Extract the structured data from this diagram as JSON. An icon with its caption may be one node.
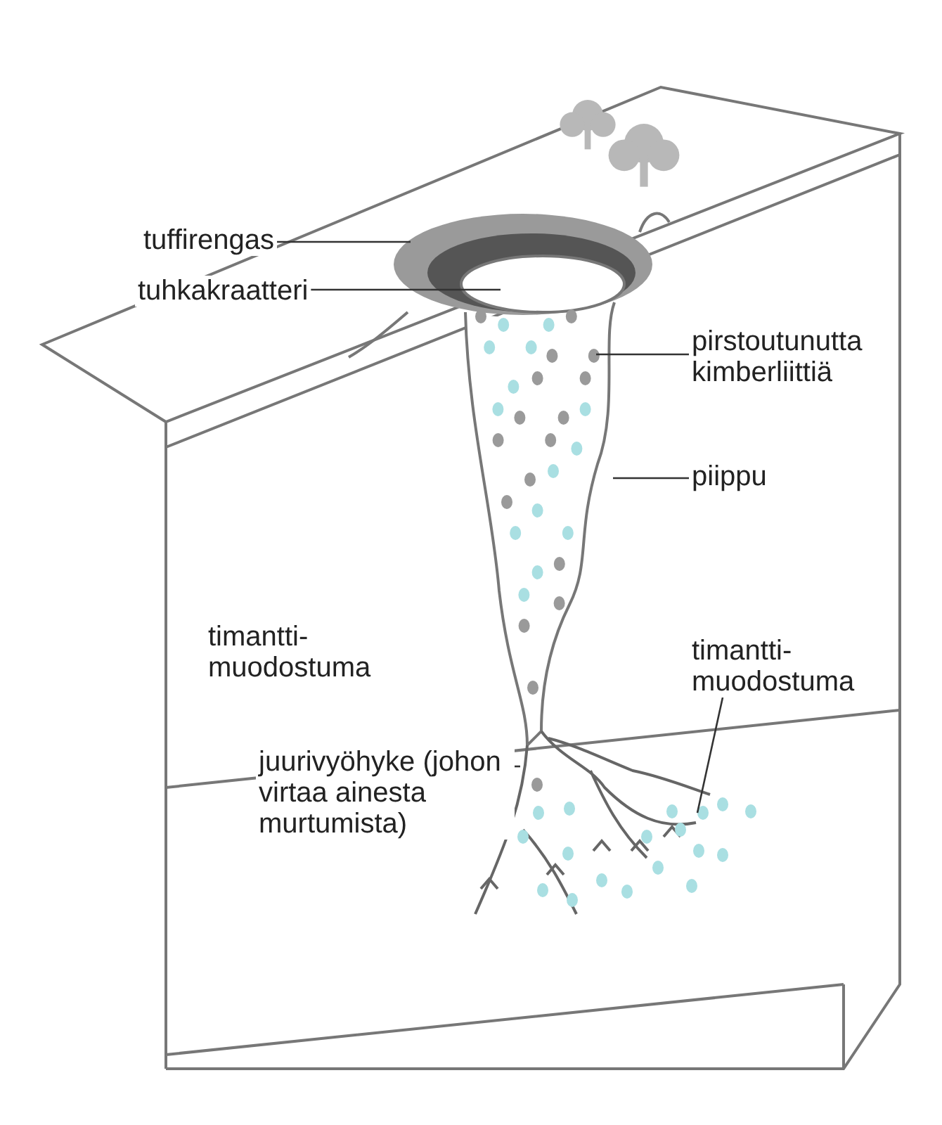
{
  "diagram": {
    "nodes": [
      {
        "text": [
          "tuffirengas"
        ]
      },
      {
        "text": [
          "tuhkakraatteri"
        ]
      },
      {
        "text": [
          "pirstoutunutta kimberliittiä"
        ]
      },
      {
        "text": [
          "piippu"
        ]
      },
      {
        "text": [
          "juurivyöhyke (johon virtaa ainesta murtumista)"
        ]
      },
      {
        "text": [
          "timantti- muodostuma"
        ]
      },
      {
        "text": [],
        "shape": "ring"
      },
      {
        "text": [],
        "shape": "ellipse",
        "in": 6
      },
      {
        "text": [],
        "shape": "dots",
        "in": 9
      },
      {
        "text": [],
        "shape": "pipe"
      },
      {
        "text": [],
        "shape": "picture"
      },
      {
        "text": [],
        "shape": "dots"
      }
    ],
    "edges": [
      {
        "from": 0,
        "to": 6,
        "arrow": "none"
      },
      {
        "from": 1,
        "to": 7,
        "arrow": "none"
      },
      {
        "from": 2,
        "to": 8,
        "arrow": "none"
      },
      {
        "from": 3,
        "to": 9,
        "arrow": "none"
      },
      {
        "from": 4,
        "to": 10,
        "arrow": "none"
      },
      {
        "from": 5,
        "to": 11,
        "arrow": "none"
      }
    ],
    "labels": [
      "timantti- muodostuma"
    ]
  }
}
